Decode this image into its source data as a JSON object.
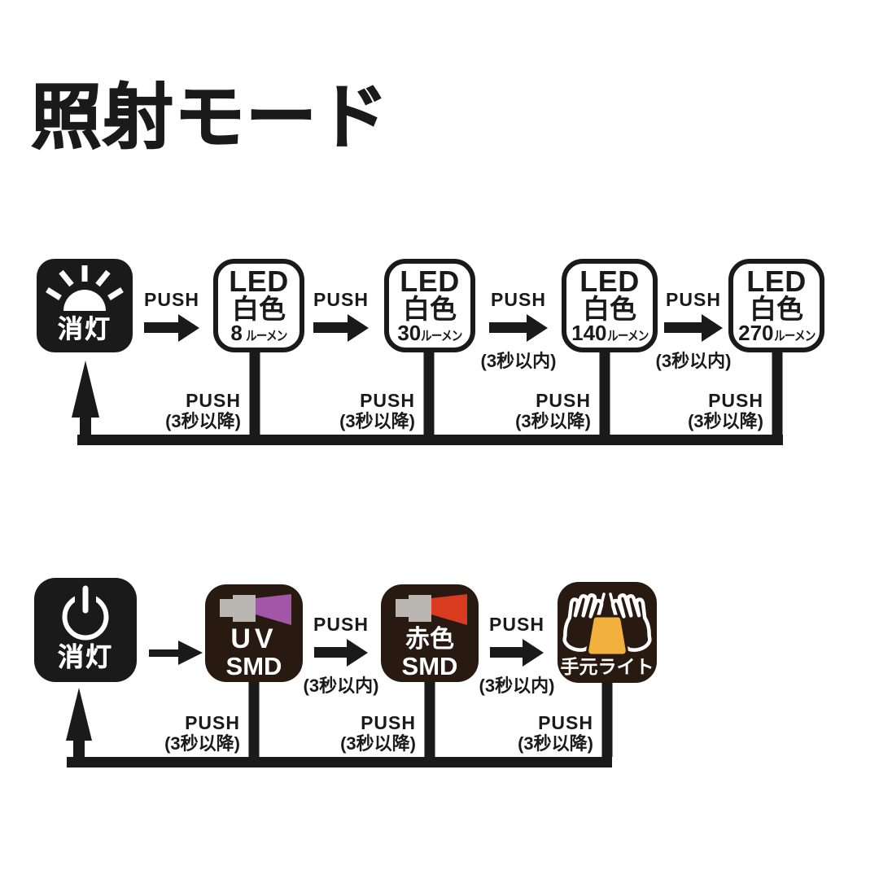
{
  "title": "照射モード",
  "colors": {
    "black": "#1a1a1a",
    "dark_box": "#281a11",
    "uv_beam": "#a156a8",
    "red_beam": "#d93b20",
    "torch_gray": "#b9b6b2",
    "light_yellow": "#f2b13d"
  },
  "row1": {
    "off": {
      "label": "消灯"
    },
    "steps": [
      {
        "line1": "LED",
        "line2": "白色",
        "value": "8",
        "unit": "ルーメン"
      },
      {
        "line1": "LED",
        "line2": "白色",
        "value": "30",
        "unit": "ルーメン"
      },
      {
        "line1": "LED",
        "line2": "白色",
        "value": "140",
        "unit": "ルーメン"
      },
      {
        "line1": "LED",
        "line2": "白色",
        "value": "270",
        "unit": "ルーメン"
      }
    ],
    "arrows": [
      {
        "top": "PUSH",
        "bottom": ""
      },
      {
        "top": "PUSH",
        "bottom": ""
      },
      {
        "top": "PUSH",
        "bottom": "(3秒以内)"
      },
      {
        "top": "PUSH",
        "bottom": "(3秒以内)"
      }
    ],
    "returns": [
      {
        "line1": "PUSH",
        "line2": "(3秒以降)"
      },
      {
        "line1": "PUSH",
        "line2": "(3秒以降)"
      },
      {
        "line1": "PUSH",
        "line2": "(3秒以降)"
      },
      {
        "line1": "PUSH",
        "line2": "(3秒以降)"
      }
    ]
  },
  "row2": {
    "off": {
      "label": "消灯"
    },
    "steps": [
      {
        "line1": "UV",
        "line2": "SMD"
      },
      {
        "line1": "赤色",
        "line2": "SMD"
      },
      {
        "label": "手元ライト"
      }
    ],
    "arrows": [
      {
        "top": "",
        "bottom": ""
      },
      {
        "top": "PUSH",
        "bottom": "(3秒以内)"
      },
      {
        "top": "PUSH",
        "bottom": "(3秒以内)"
      }
    ],
    "returns": [
      {
        "line1": "PUSH",
        "line2": "(3秒以降)"
      },
      {
        "line1": "PUSH",
        "line2": "(3秒以降)"
      },
      {
        "line1": "PUSH",
        "line2": "(3秒以降)"
      }
    ]
  }
}
